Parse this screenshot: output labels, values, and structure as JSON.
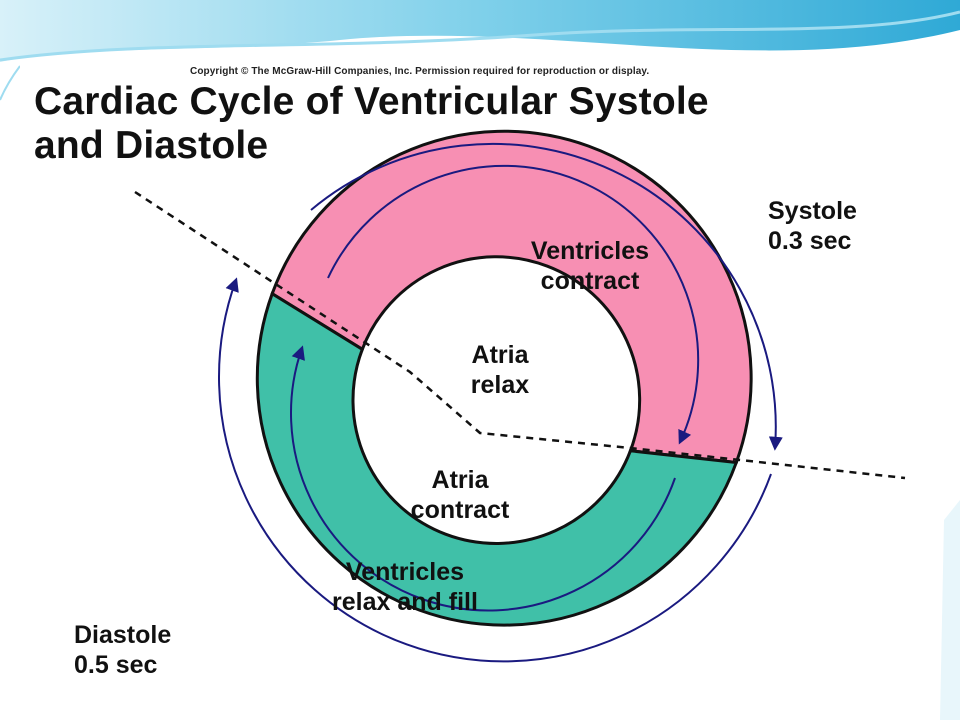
{
  "copyright": "Copyright © The McGraw-Hill Companies, Inc. Permission required for reproduction or display.",
  "title": {
    "line1": "Cardiac Cycle of Ventricular Systole",
    "line2": "and Diastole"
  },
  "phases": {
    "systole": {
      "name": "Systole",
      "duration": "0.3 sec"
    },
    "diastole": {
      "name": "Diastole",
      "duration": "0.5 sec"
    }
  },
  "ring_labels": {
    "ventricles_contract": {
      "line1": "Ventricles",
      "line2": "contract"
    },
    "ventricles_relax": {
      "line1": "Ventricles",
      "line2": "relax and fill"
    }
  },
  "center_labels": {
    "atria_relax": {
      "line1": "Atria",
      "line2": "relax"
    },
    "atria_contract": {
      "line1": "Atria",
      "line2": "contract"
    }
  },
  "colors": {
    "systole_segment": "#f78fb3",
    "diastole_segment": "#40c0a8",
    "arrow": "#1a1a80",
    "header_wave": "#5cc4e4"
  }
}
